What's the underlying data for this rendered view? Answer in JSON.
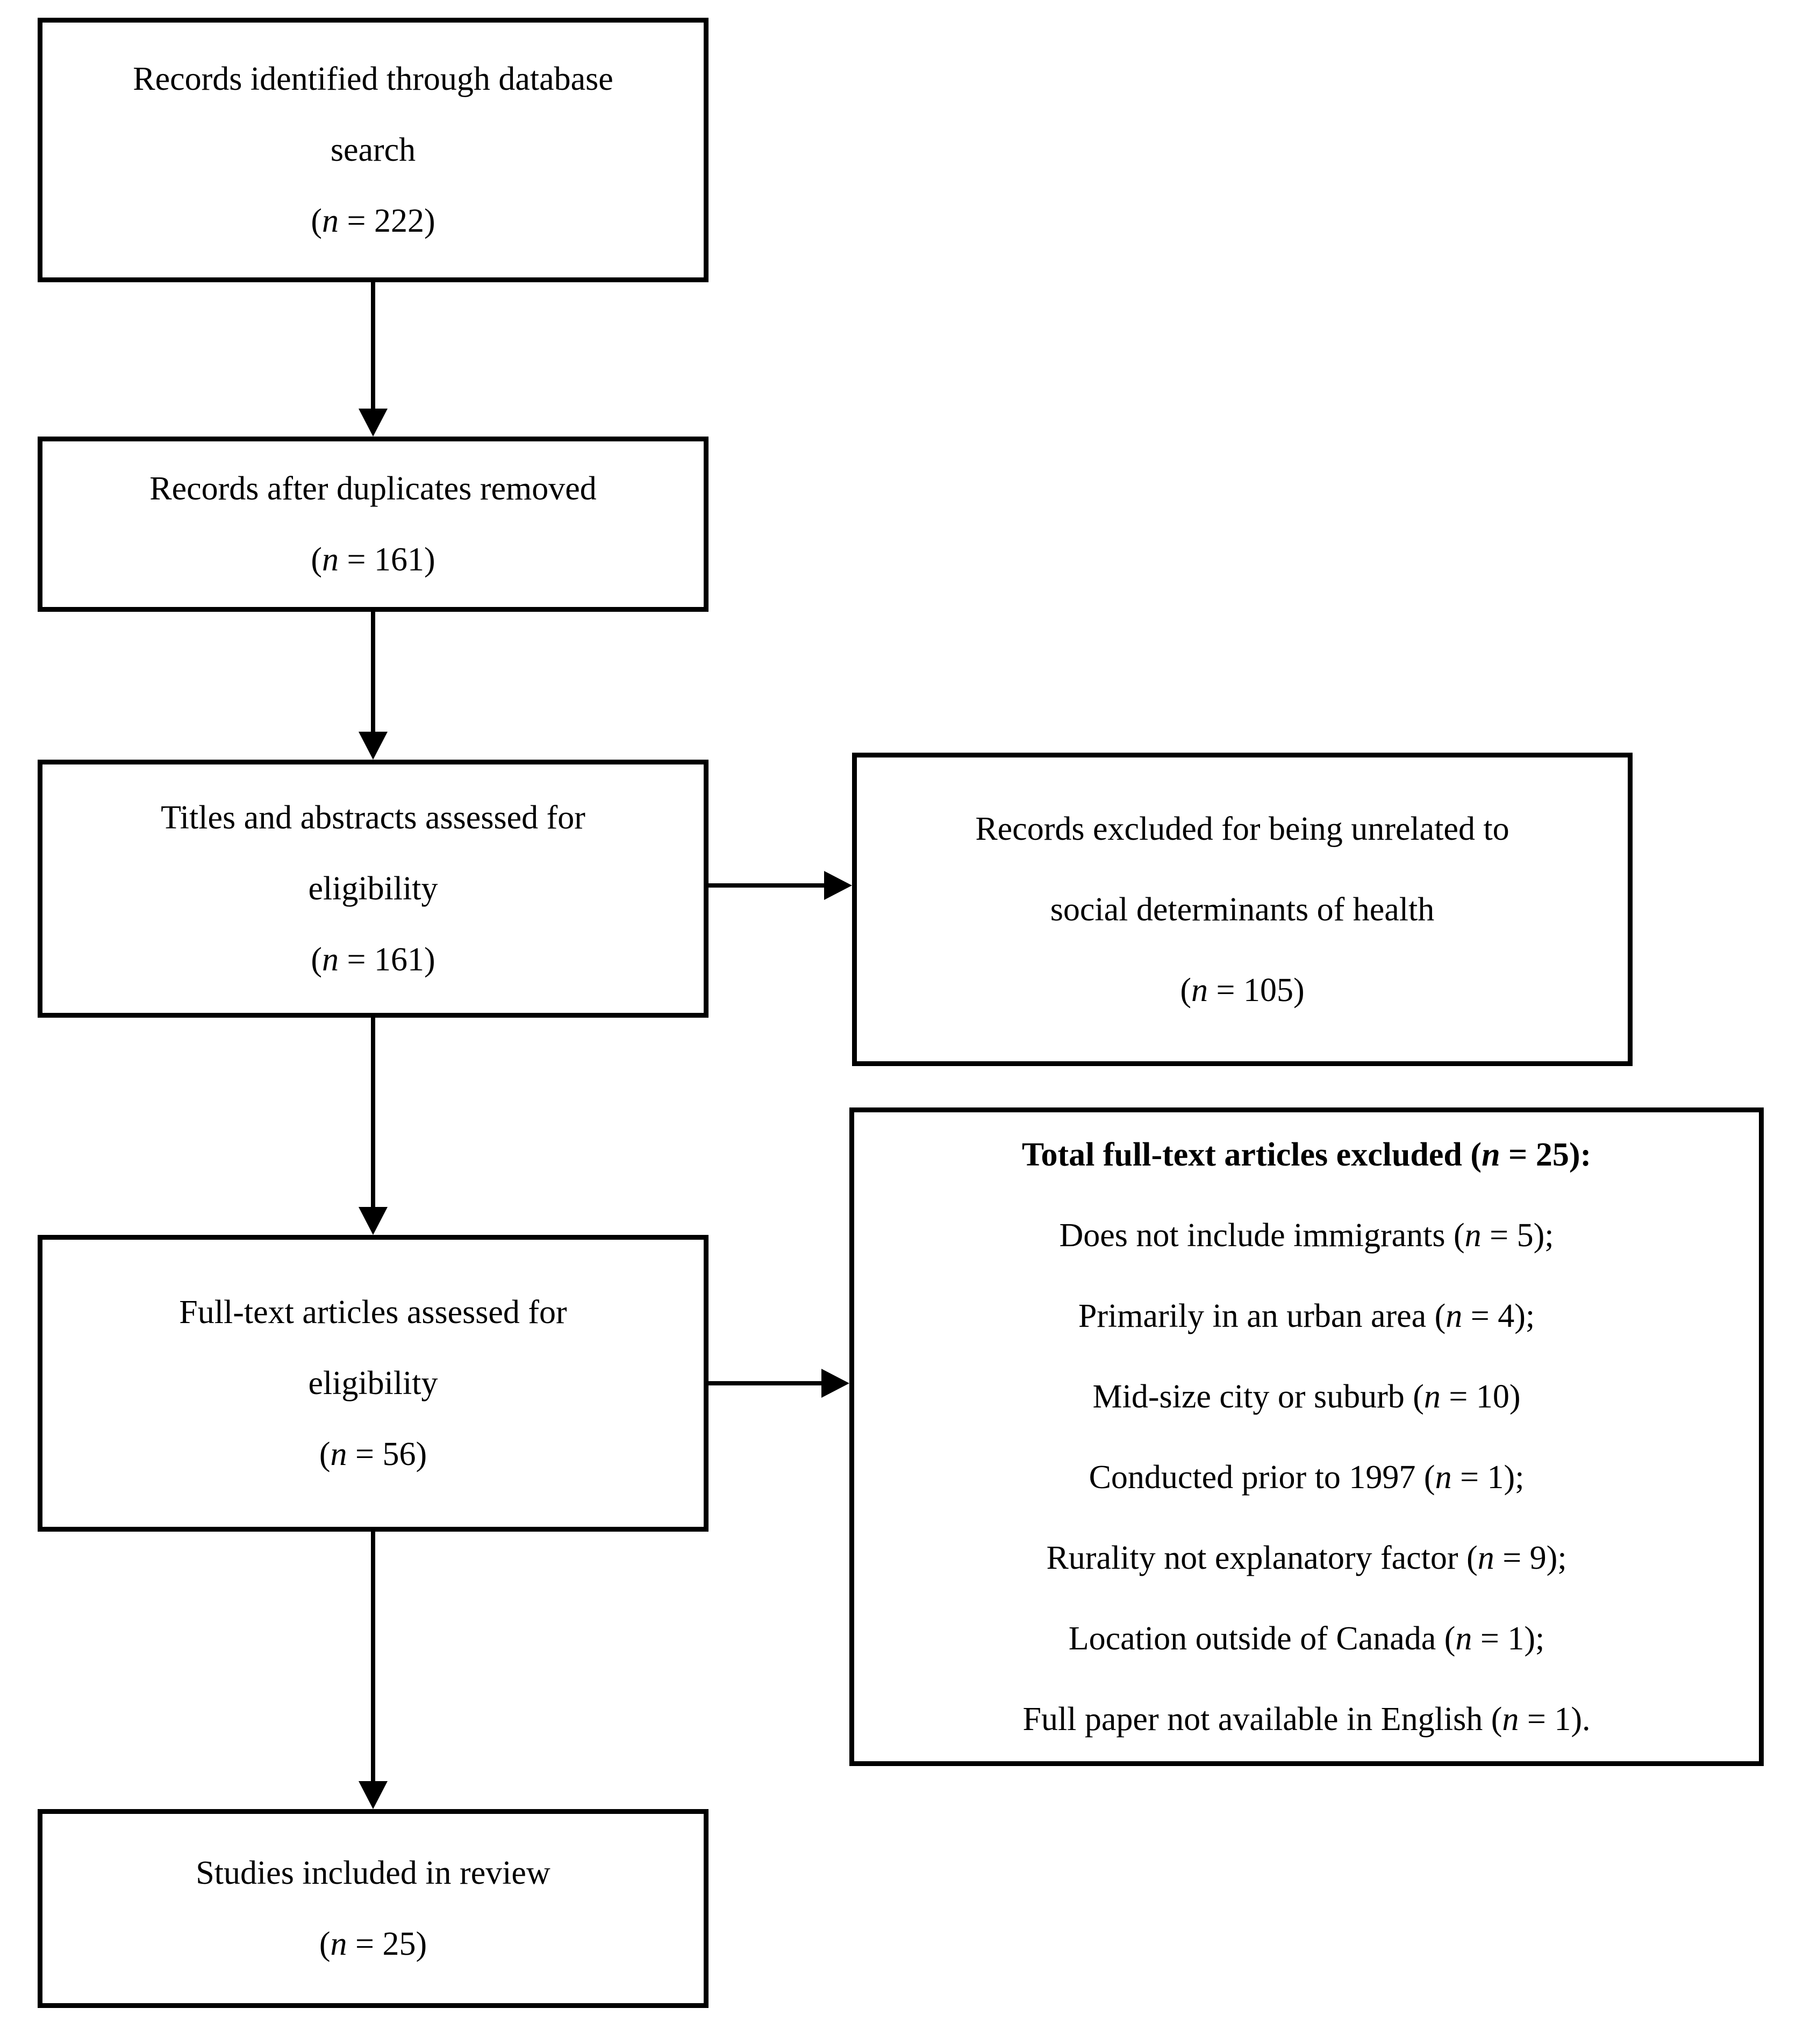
{
  "figure": {
    "type": "prisma-flow-diagram",
    "background_color": "#ffffff",
    "box_border_color": "#000000",
    "text_color": "#000000"
  },
  "flow_boxes": [
    {
      "name": "records-identified",
      "lines": [
        "Records identified through database",
        "search",
        "(n = 222)"
      ]
    },
    {
      "name": "records-after-duplicates",
      "lines": [
        "Records after duplicates removed",
        "(n = 161)"
      ]
    },
    {
      "name": "titles-abstracts-assessed",
      "lines": [
        "Titles and abstracts assessed for",
        "eligibility",
        "(n = 161)"
      ]
    },
    {
      "name": "full-text-assessed",
      "lines": [
        "Full-text articles assessed for",
        "eligibility",
        "(n = 56)"
      ]
    },
    {
      "name": "studies-included",
      "lines": [
        "Studies included in review",
        "(n = 25)"
      ]
    }
  ],
  "exclusion_boxes": [
    {
      "name": "records-excluded",
      "lines": [
        "Records excluded for being unrelated to",
        "social determinants of health",
        "(n = 105)"
      ]
    },
    {
      "name": "full-text-excluded",
      "title": "Total full-text articles excluded (n = 25):",
      "lines": [
        "Does not include immigrants (n = 5);",
        "Primarily in an urban area (n = 4);",
        "Mid-size city or suburb (n = 10)",
        "Conducted prior to 1997 (n = 1);",
        "Rurality not explanatory factor (n = 9);",
        "Location outside of Canada (n = 1);",
        "Full paper not available in English (n = 1)."
      ]
    }
  ]
}
